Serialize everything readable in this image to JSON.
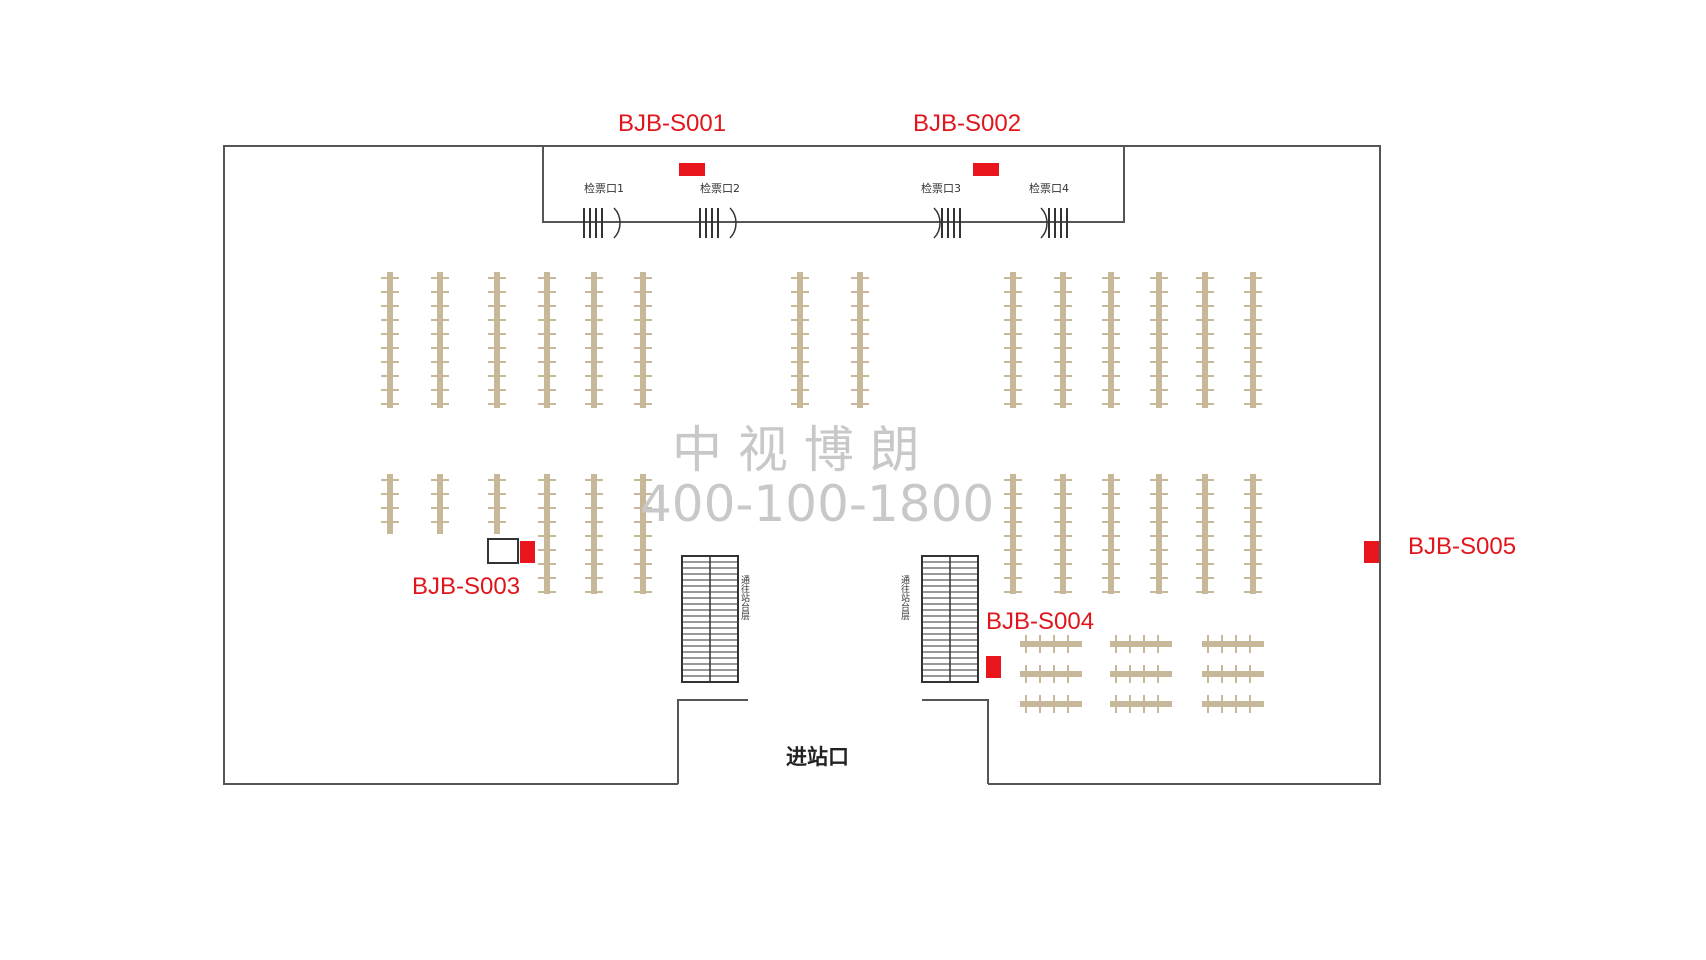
{
  "floor_plan": {
    "entrance_label": "进站口",
    "gates": [
      "检票口1",
      "检票口2",
      "检票口3",
      "检票口4"
    ],
    "ad_spots": [
      "BJB-S001",
      "BJB-S002",
      "BJB-S003",
      "BJB-S004",
      "BJB-S005"
    ],
    "escalator_text": "通往站台层"
  },
  "watermark": {
    "company": "中 视 博 朗",
    "phone": "400-100-1800"
  },
  "colors": {
    "ad_spot": "#e8161c",
    "wall": "#555555",
    "seat": "#c8b89a"
  }
}
